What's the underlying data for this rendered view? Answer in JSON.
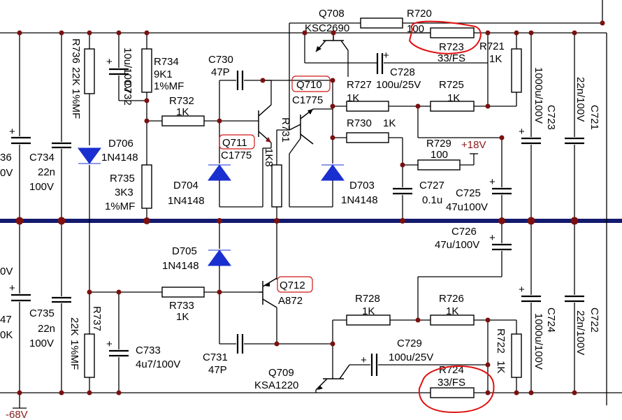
{
  "components": {
    "q708": {
      "ref": "Q708",
      "part": "KSC2690"
    },
    "q709": {
      "ref": "Q709",
      "part": "KSA1220"
    },
    "q710": {
      "ref": "Q710",
      "part": "C1775"
    },
    "q711": {
      "ref": "Q711",
      "part": "C1775"
    },
    "q712": {
      "ref": "Q712",
      "part": "A872"
    },
    "r720": {
      "ref": "R720"
    },
    "r723": {
      "ref": "R723",
      "value": "33/FS",
      "extra": "100"
    },
    "r721": {
      "ref": "R721",
      "value": "1K"
    },
    "r722": {
      "ref": "R722",
      "value": "1K"
    },
    "r724": {
      "ref": "R724",
      "value": "33/FS"
    },
    "r725": {
      "ref": "R725",
      "value": "1K"
    },
    "r726": {
      "ref": "R726",
      "value": "1K"
    },
    "r727": {
      "ref": "R727",
      "value": "1K"
    },
    "r728": {
      "ref": "R728",
      "value": "1K"
    },
    "r729": {
      "ref": "R729",
      "value": "100"
    },
    "r730": {
      "ref": "R730",
      "value": "1K"
    },
    "r731": {
      "ref": "R731",
      "value": "1K8"
    },
    "r732": {
      "ref": "R732",
      "value": "1K"
    },
    "r733": {
      "ref": "R733",
      "value": "1K"
    },
    "r734": {
      "ref": "R734",
      "value": "9K1",
      "tol": "1%MF"
    },
    "r735": {
      "ref": "R735",
      "value": "3K3",
      "tol": "1%MF"
    },
    "r736": {
      "ref": "R736",
      "value": "22K 1%MF"
    },
    "r737": {
      "ref": "R737",
      "value": "22K",
      "tol": "1%MF"
    },
    "c721": {
      "ref": "C721",
      "value": "22n/100V"
    },
    "c722": {
      "ref": "C722",
      "value": "22n/100V"
    },
    "c723": {
      "ref": "C723",
      "value": "1000u/100V"
    },
    "c724": {
      "ref": "C724",
      "value": "1000u/100V"
    },
    "c725": {
      "ref": "C725",
      "value": "47u100V"
    },
    "c726": {
      "ref": "C726",
      "value": "47u/100V"
    },
    "c727": {
      "ref": "C727",
      "value": "0.1u"
    },
    "c728": {
      "ref": "C728",
      "value": "100u/25V"
    },
    "c729": {
      "ref": "C729",
      "value": "100u/25V"
    },
    "c730": {
      "ref": "C730",
      "value": "47P"
    },
    "c731": {
      "ref": "C731",
      "value": "47P"
    },
    "c732": {
      "ref": "C732",
      "value": "10u/100V"
    },
    "c733": {
      "ref": "C733",
      "value": "4u7/100V"
    },
    "c734": {
      "ref": "C734",
      "value1": "22n",
      "value2": "100V"
    },
    "c735": {
      "ref": "C735",
      "value1": "22n",
      "value2": "100V"
    },
    "d703": {
      "ref": "D703",
      "part": "1N4148"
    },
    "d704": {
      "ref": "D704",
      "part": "1N4148"
    },
    "d705": {
      "ref": "D705",
      "part": "1N4148"
    },
    "d706": {
      "ref": "D706",
      "part": "1N4148"
    }
  },
  "supplies": {
    "pos18": "+18V",
    "neg68": "-68V"
  },
  "edge_text": {
    "top_a": "36",
    "top_b": "0V",
    "bot_a": "0V",
    "bot_b": "47",
    "bot_c": "0K"
  },
  "colors": {
    "wire": "#000000",
    "bus": "#141a6e",
    "diode": "#1a2fd0",
    "junction": "#7a1010",
    "supply_label": "#8b1a1a",
    "highlight": "#e01010"
  }
}
